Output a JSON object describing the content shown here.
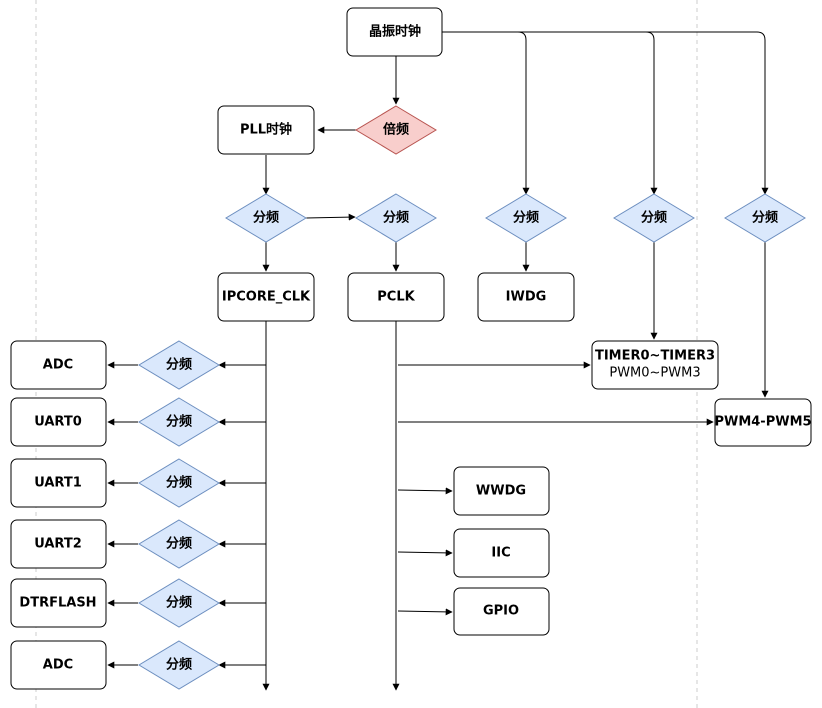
{
  "nodes": {
    "crystal": "晶振时钟",
    "pll": "PLL时钟",
    "multiply": "倍频",
    "div_pll": "分频",
    "div_pclk": "分频",
    "div_iwdg": "分频",
    "div_timer": "分频",
    "div_pwm45": "分频",
    "ipcore": "IPCORE_CLK",
    "pclk": "PCLK",
    "iwdg": "IWDG",
    "timer_line1": "TIMER0~TIMER3",
    "timer_line2": "PWM0~PWM3",
    "pwm45": "PWM4-PWM5",
    "wwdg": "WWDG",
    "iic": "IIC",
    "gpio": "GPIO",
    "adc1": "ADC",
    "uart0": "UART0",
    "uart1": "UART1",
    "uart2": "UART2",
    "dtrflash": "DTRFLASH",
    "adc2": "ADC",
    "div_adc1": "分频",
    "div_uart0": "分频",
    "div_uart1": "分频",
    "div_uart2": "分频",
    "div_dtrflash": "分频",
    "div_adc2": "分频"
  },
  "colors": {
    "diamond_fill": "#dae8fc",
    "diamond_stroke": "#6c8ebf",
    "multiply_fill": "#f8cecc",
    "multiply_stroke": "#b85450",
    "box_stroke": "#000000",
    "edge": "#000000",
    "guide": "#cccccc"
  }
}
